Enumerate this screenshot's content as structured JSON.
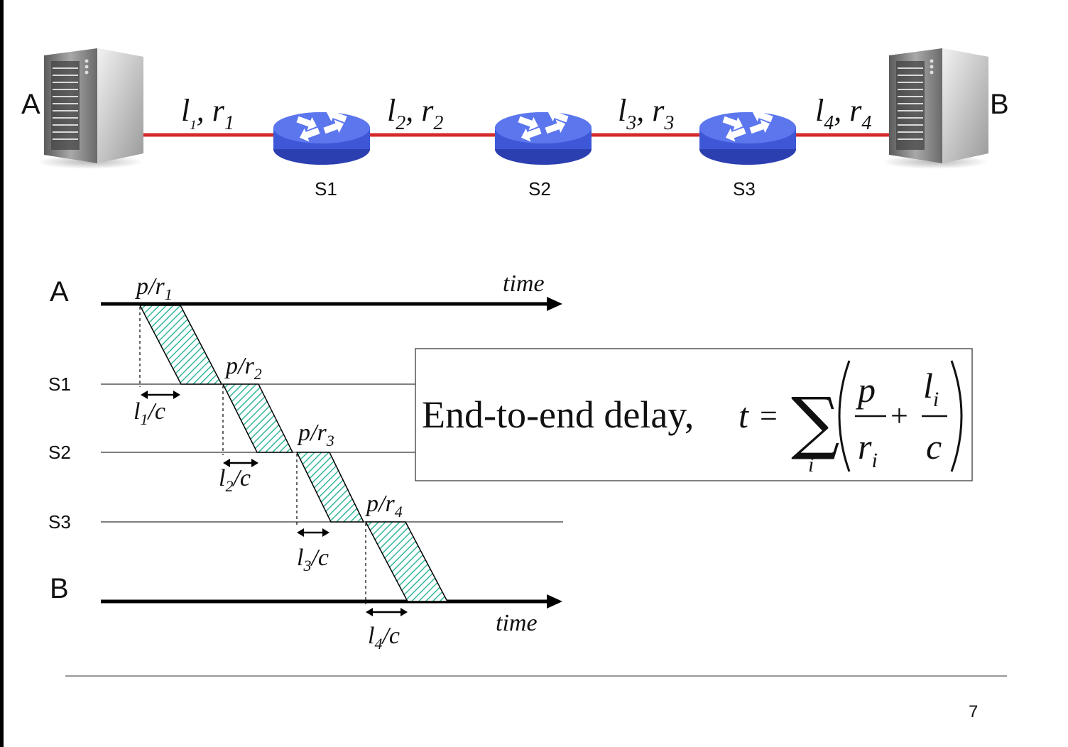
{
  "network": {
    "host_a": "A",
    "host_b": "B",
    "switches": [
      "S1",
      "S2",
      "S3"
    ],
    "links": [
      {
        "l": "l",
        "l_sub": "1",
        "sep": ", ",
        "r": "r",
        "r_sub": "1"
      },
      {
        "l": "l",
        "l_sub": "2",
        "sep": ", ",
        "r": "r",
        "r_sub": "2"
      },
      {
        "l": "l",
        "l_sub": "3",
        "sep": ", ",
        "r": "r",
        "r_sub": "3"
      },
      {
        "l": "l",
        "l_sub": "4",
        "sep": ", ",
        "r": "r",
        "r_sub": "4"
      }
    ],
    "link_color": "#d42b2b",
    "router_color": "#4a63e0"
  },
  "timeline": {
    "row_labels": [
      "A",
      "S1",
      "S2",
      "S3",
      "B"
    ],
    "time_label_top": "time",
    "time_label_bottom": "time",
    "transmission_labels": [
      {
        "main": "p/r",
        "sub": "1"
      },
      {
        "main": "p/r",
        "sub": "2"
      },
      {
        "main": "p/r",
        "sub": "3"
      },
      {
        "main": "p/r",
        "sub": "4"
      }
    ],
    "propagation_labels": [
      {
        "a": "l",
        "sub": "1",
        "b": "/c"
      },
      {
        "a": "l",
        "sub": "2",
        "b": "/c"
      },
      {
        "a": "l",
        "sub": "3",
        "b": "/c"
      },
      {
        "a": "l",
        "sub": "4",
        "b": "/c"
      }
    ],
    "hatch_color": "#2fb89a"
  },
  "formula": {
    "text": "End-to-end delay,",
    "var": "t",
    "equals": "=",
    "sigma": "∑",
    "index": "i",
    "num1": "p",
    "den1": "r",
    "den1_sub": "i",
    "plus": "+",
    "num2": "l",
    "num2_sub": "i",
    "den2": "c"
  },
  "page_number": "7"
}
